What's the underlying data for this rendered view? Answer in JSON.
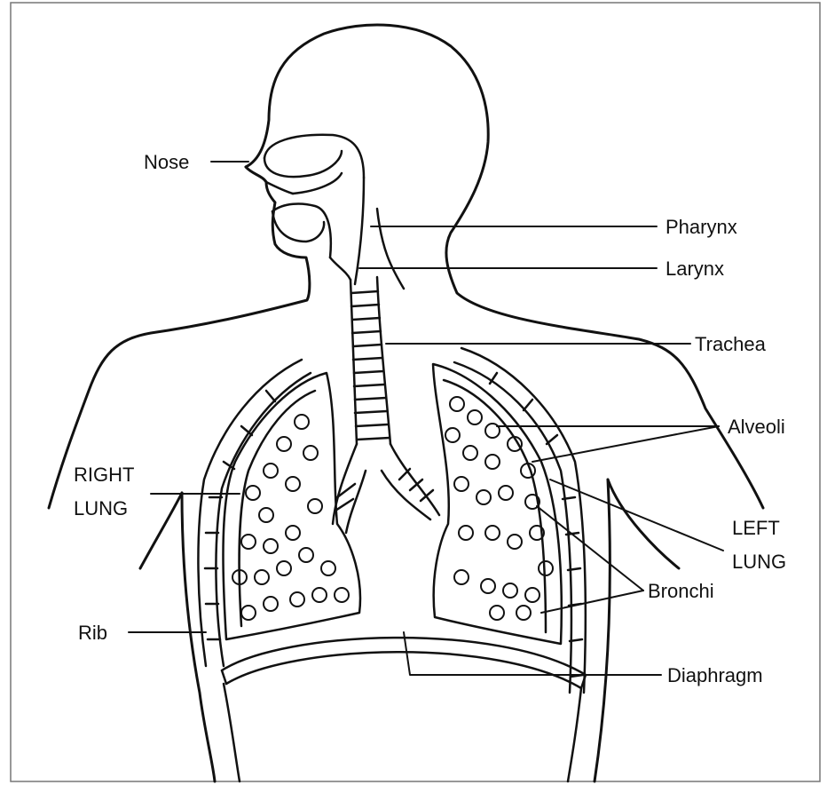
{
  "diagram": {
    "labels": {
      "nose": "Nose",
      "pharynx": "Pharynx",
      "larynx": "Larynx",
      "trachea": "Trachea",
      "alveoli": "Alveoli",
      "right_lung_line1": "RIGHT",
      "right_lung_line2": "LUNG",
      "left_lung_line1": "LEFT",
      "left_lung_line2": "LUNG",
      "bronchi": "Bronchi",
      "rib": "Rib",
      "diaphragm": "Diaphragm"
    },
    "colors": {
      "ink": "#111111",
      "background": "#ffffff"
    }
  }
}
